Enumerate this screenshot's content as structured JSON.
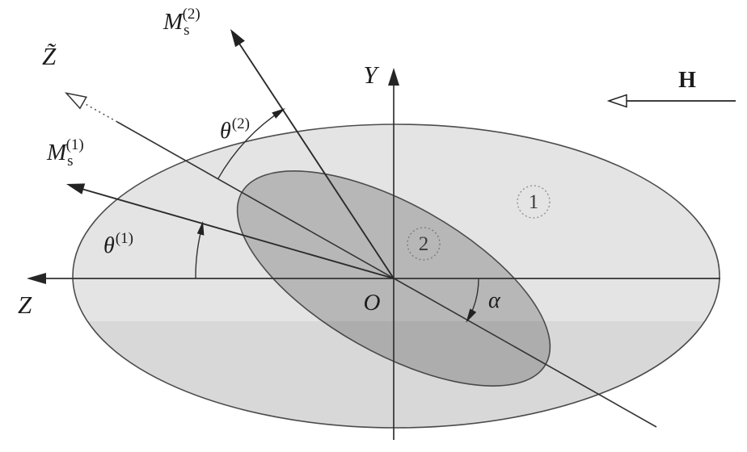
{
  "figure": {
    "type": "physics-schematic",
    "description": "Two embedded ellipsoidal magnetic regions with axes, magnetization vectors and angle annotations",
    "colors": {
      "outer_region_fill": "#e4e4e4",
      "inner_region_fill": "#b7b7b7",
      "outline": "#4d4d4d",
      "line": "#333333",
      "dotted": "#8a8a8a"
    },
    "labels": {
      "y_axis": "Y",
      "z_axis": "Z",
      "z_tilde_axis": "Z̃",
      "origin": "O",
      "field_H": "H",
      "m1": {
        "base": "M",
        "sub": "s",
        "sup": "(1)"
      },
      "m2": {
        "base": "M",
        "sub": "s",
        "sup": "(2)"
      },
      "theta1": {
        "base": "θ",
        "sup": "(1)"
      },
      "theta2": {
        "base": "θ",
        "sup": "(2)"
      },
      "alpha": "α",
      "region1": "1",
      "region2": "2"
    }
  }
}
